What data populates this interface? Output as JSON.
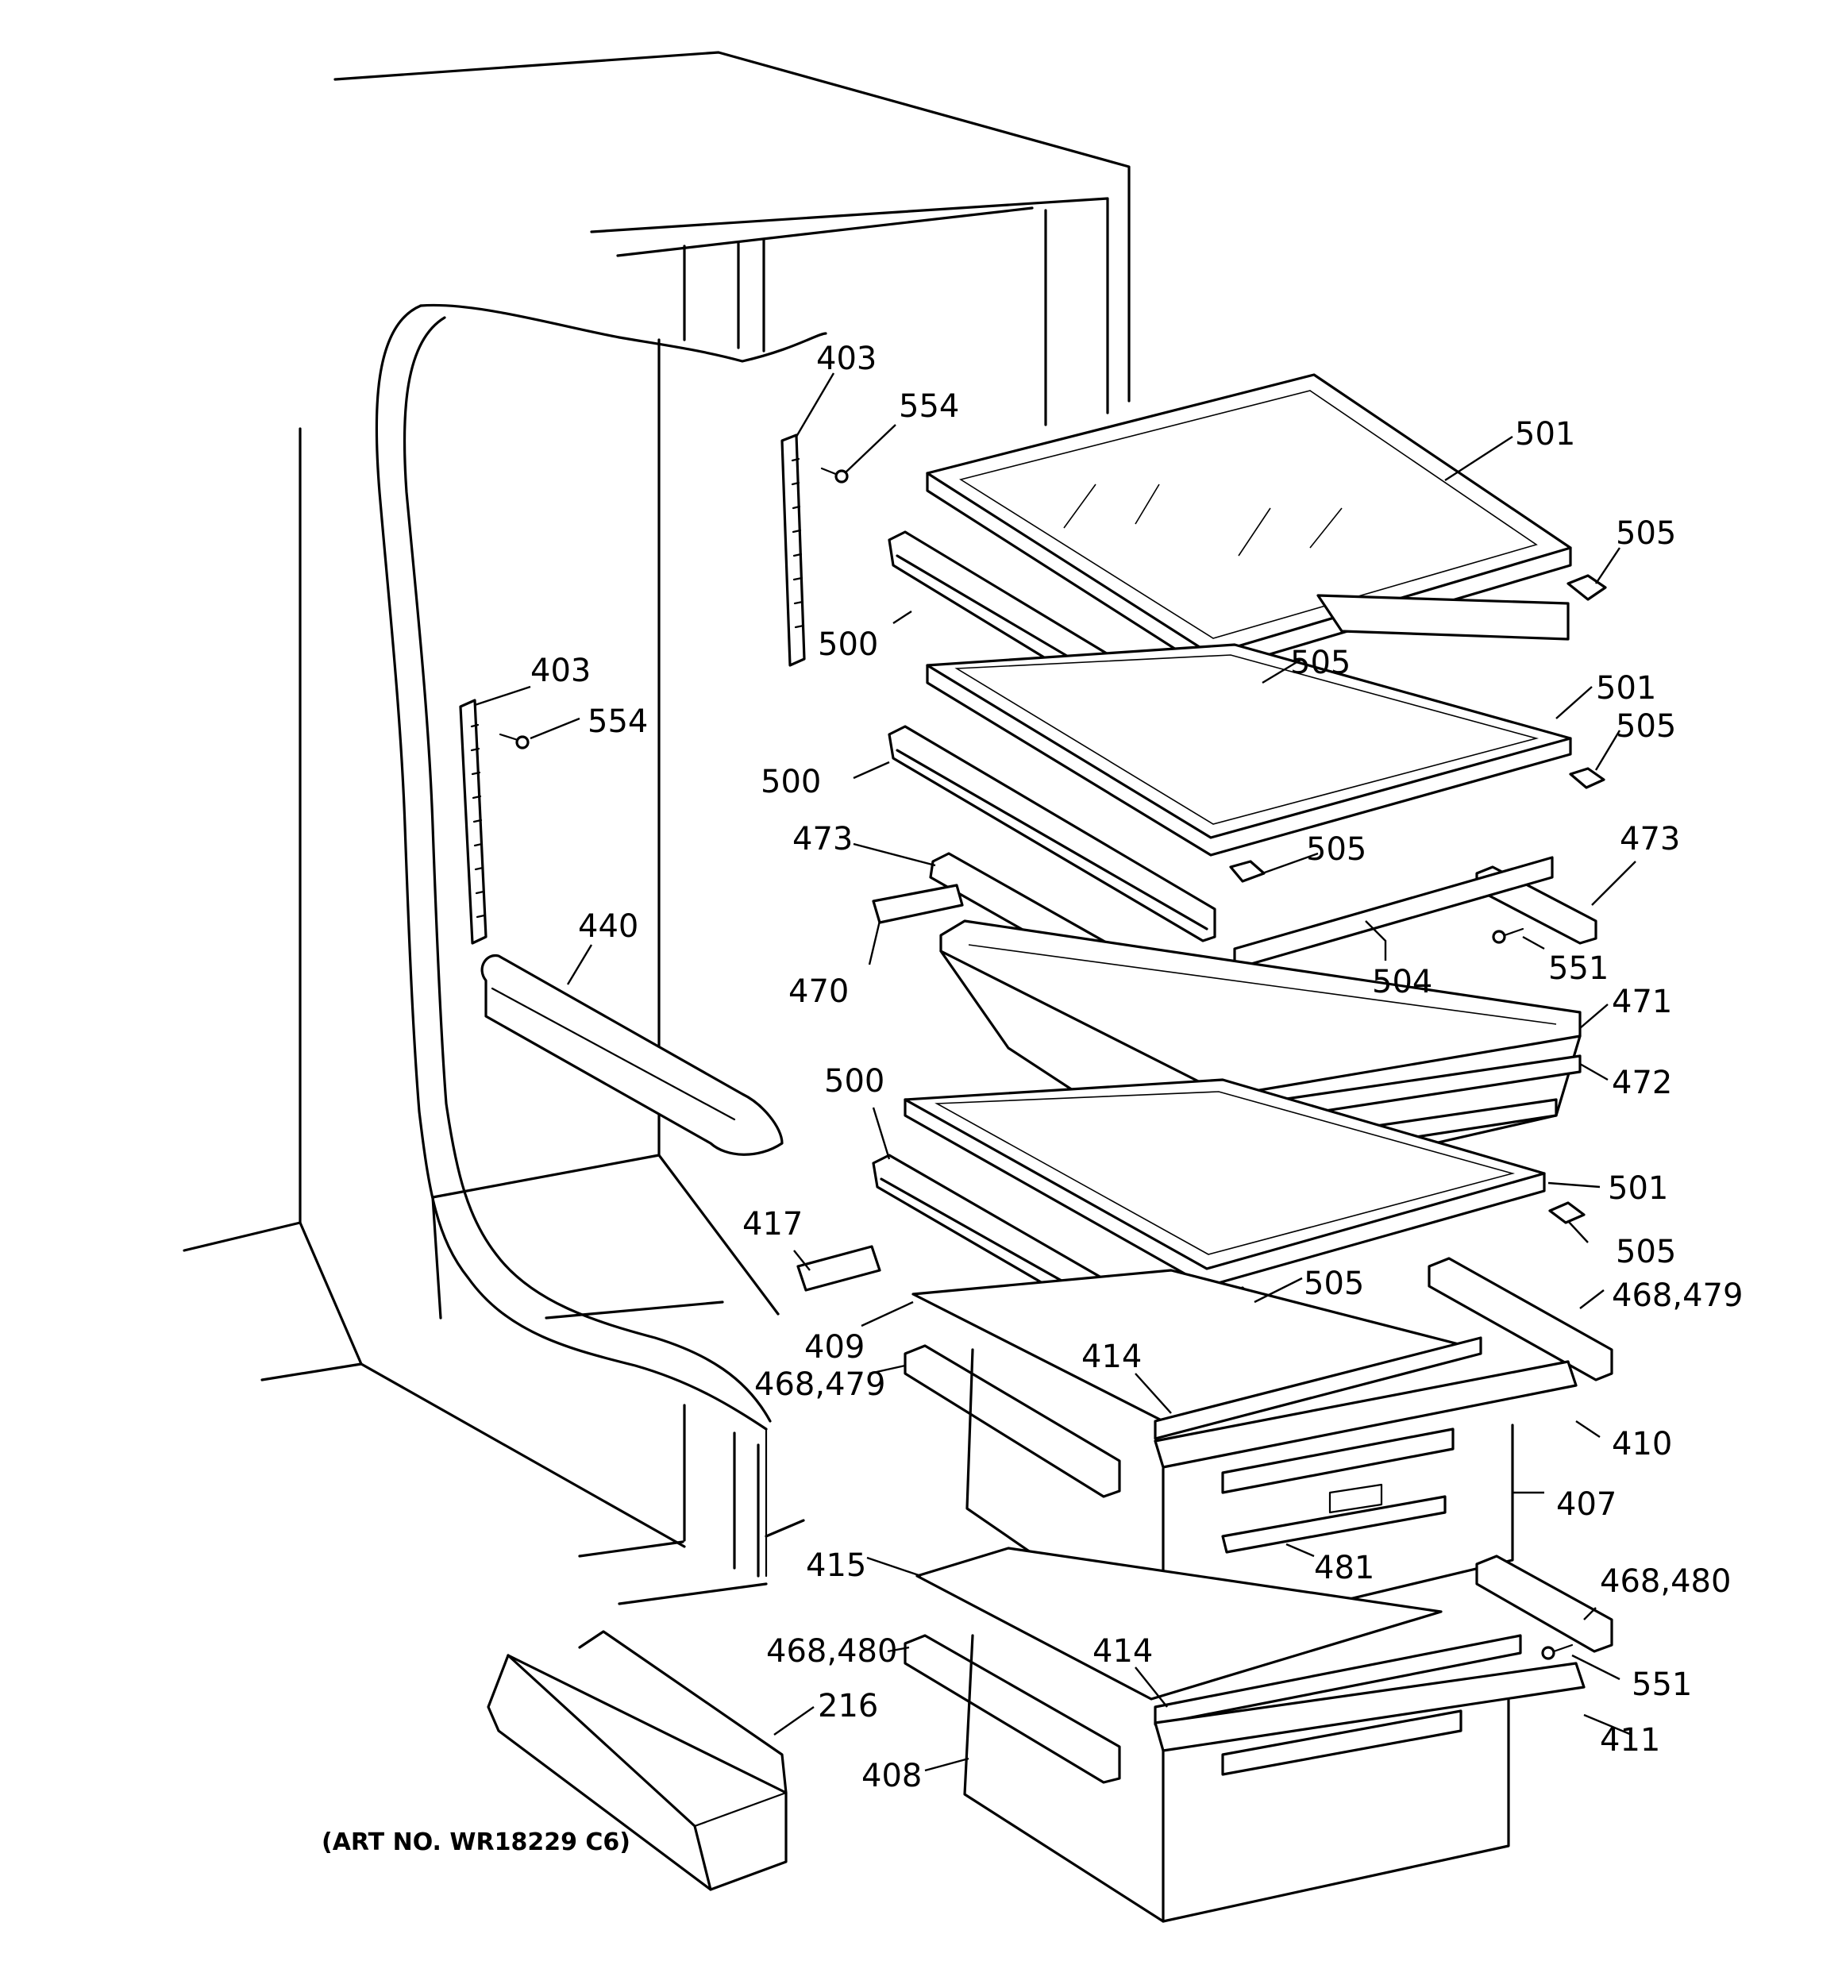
{
  "art_number": "(ART NO. WR18229 C6)",
  "callouts": {
    "c403a": "403",
    "c554a": "554",
    "c403b": "403",
    "c554b": "554",
    "c440": "440",
    "c501a": "501",
    "c505a": "505",
    "c500a": "500",
    "c505b": "505",
    "c501b": "501",
    "c505c": "505",
    "c500b": "500",
    "c505d": "505",
    "c473a": "473",
    "c473b": "473",
    "c470": "470",
    "c504": "504",
    "c551a": "551",
    "c471": "471",
    "c472": "472",
    "c500c": "500",
    "c501c": "501",
    "c417": "417",
    "c505e": "505",
    "c505f": "505",
    "c468479a": "468,479",
    "c409": "409",
    "c414a": "414",
    "c468479b": "468,479",
    "c410": "410",
    "c407": "407",
    "c415": "415",
    "c481": "481",
    "c468480a": "468,480",
    "c468480b": "468,480",
    "c414b": "414",
    "c551b": "551",
    "c216": "216",
    "c411": "411",
    "c408": "408"
  }
}
